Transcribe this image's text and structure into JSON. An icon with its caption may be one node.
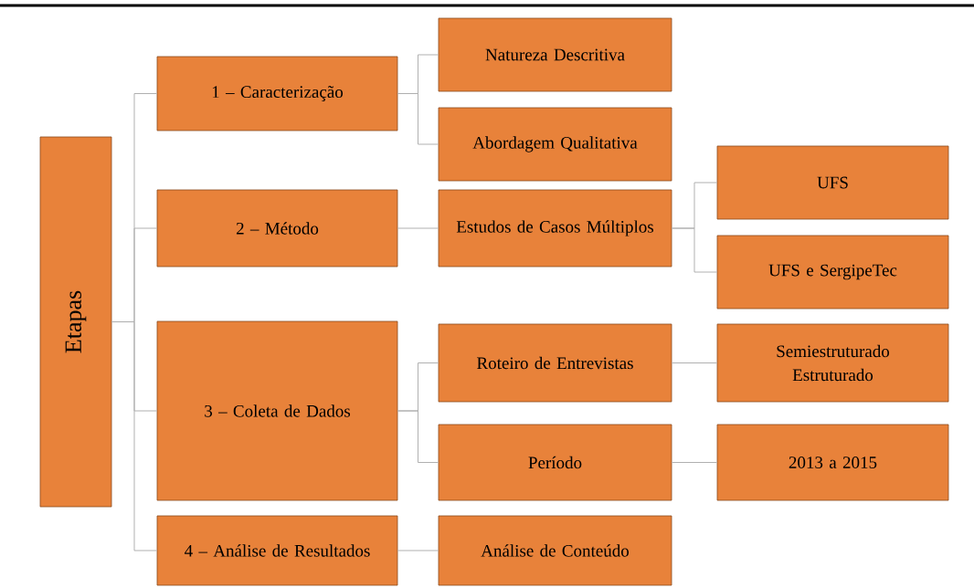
{
  "diagram": {
    "nodes": [
      {
        "text": [
          "Etapas"
        ]
      },
      {
        "text": [
          "1 – Caracterização"
        ]
      },
      {
        "text": [
          "Natureza Descritiva"
        ]
      },
      {
        "text": [
          "Abordagem Qualitativa"
        ]
      },
      {
        "text": [
          "2 – Método"
        ]
      },
      {
        "text": [
          "Estudos de Casos Múltiplos"
        ]
      },
      {
        "text": [
          "UFS"
        ]
      },
      {
        "text": [
          "UFS e SergipeTec"
        ]
      },
      {
        "text": [
          "3 – Coleta de Dados"
        ]
      },
      {
        "text": [
          "Roteiro de Entrevistas"
        ]
      },
      {
        "text": [
          "Semiestruturado",
          "Estruturado"
        ]
      },
      {
        "text": [
          "Período"
        ]
      },
      {
        "text": [
          "2013 a 2015"
        ]
      },
      {
        "text": [
          "4 – Análise de Resultados"
        ]
      },
      {
        "text": [
          "Análise de Conteúdo"
        ]
      }
    ],
    "edges": [
      {
        "from": 0,
        "to": 1,
        "arrow": "none"
      },
      {
        "from": 0,
        "to": 4,
        "arrow": "none"
      },
      {
        "from": 0,
        "to": 8,
        "arrow": "none"
      },
      {
        "from": 0,
        "to": 13,
        "arrow": "none"
      },
      {
        "from": 1,
        "to": 2,
        "arrow": "none"
      },
      {
        "from": 1,
        "to": 3,
        "arrow": "none"
      },
      {
        "from": 4,
        "to": 5,
        "arrow": "none"
      },
      {
        "from": 5,
        "to": 6,
        "arrow": "none"
      },
      {
        "from": 5,
        "to": 7,
        "arrow": "none"
      },
      {
        "from": 8,
        "to": 9,
        "arrow": "none"
      },
      {
        "from": 8,
        "to": 11,
        "arrow": "none"
      },
      {
        "from": 9,
        "to": 10,
        "arrow": "none"
      },
      {
        "from": 11,
        "to": 12,
        "arrow": "none"
      },
      {
        "from": 13,
        "to": 14,
        "arrow": "none"
      }
    ]
  }
}
